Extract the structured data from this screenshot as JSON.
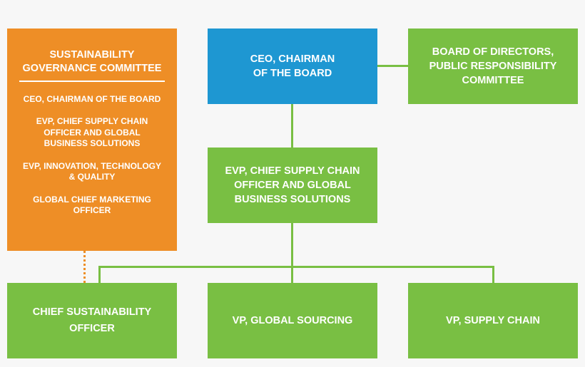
{
  "nodes": {
    "ceo": "CEO, CHAIRMAN\nOF THE BOARD",
    "board": "BOARD OF DIRECTORS,\nPUBLIC RESPONSIBILITY\nCOMMITTEE",
    "evp": "EVP, CHIEF SUPPLY CHAIN\nOFFICER AND GLOBAL\nBUSINESS SOLUTIONS",
    "cso": "CHIEF SUSTAINABILITY\nOFFICER",
    "vp_sourcing": "VP, GLOBAL SOURCING",
    "vp_supply": "VP, SUPPLY CHAIN"
  },
  "committee": {
    "title": "SUSTAINABILITY\nGOVERNANCE COMMITTEE",
    "members": [
      "CEO, CHAIRMAN OF THE BOARD",
      "EVP, CHIEF SUPPLY CHAIN\nOFFICER AND GLOBAL\nBUSINESS SOLUTIONS",
      "EVP, INNOVATION, TECHNOLOGY\n& QUALITY",
      "GLOBAL CHIEF MARKETING\nOFFICER"
    ]
  },
  "colors": {
    "green": "#79bf43",
    "blue": "#1e97d2",
    "orange": "#ee8e26"
  }
}
